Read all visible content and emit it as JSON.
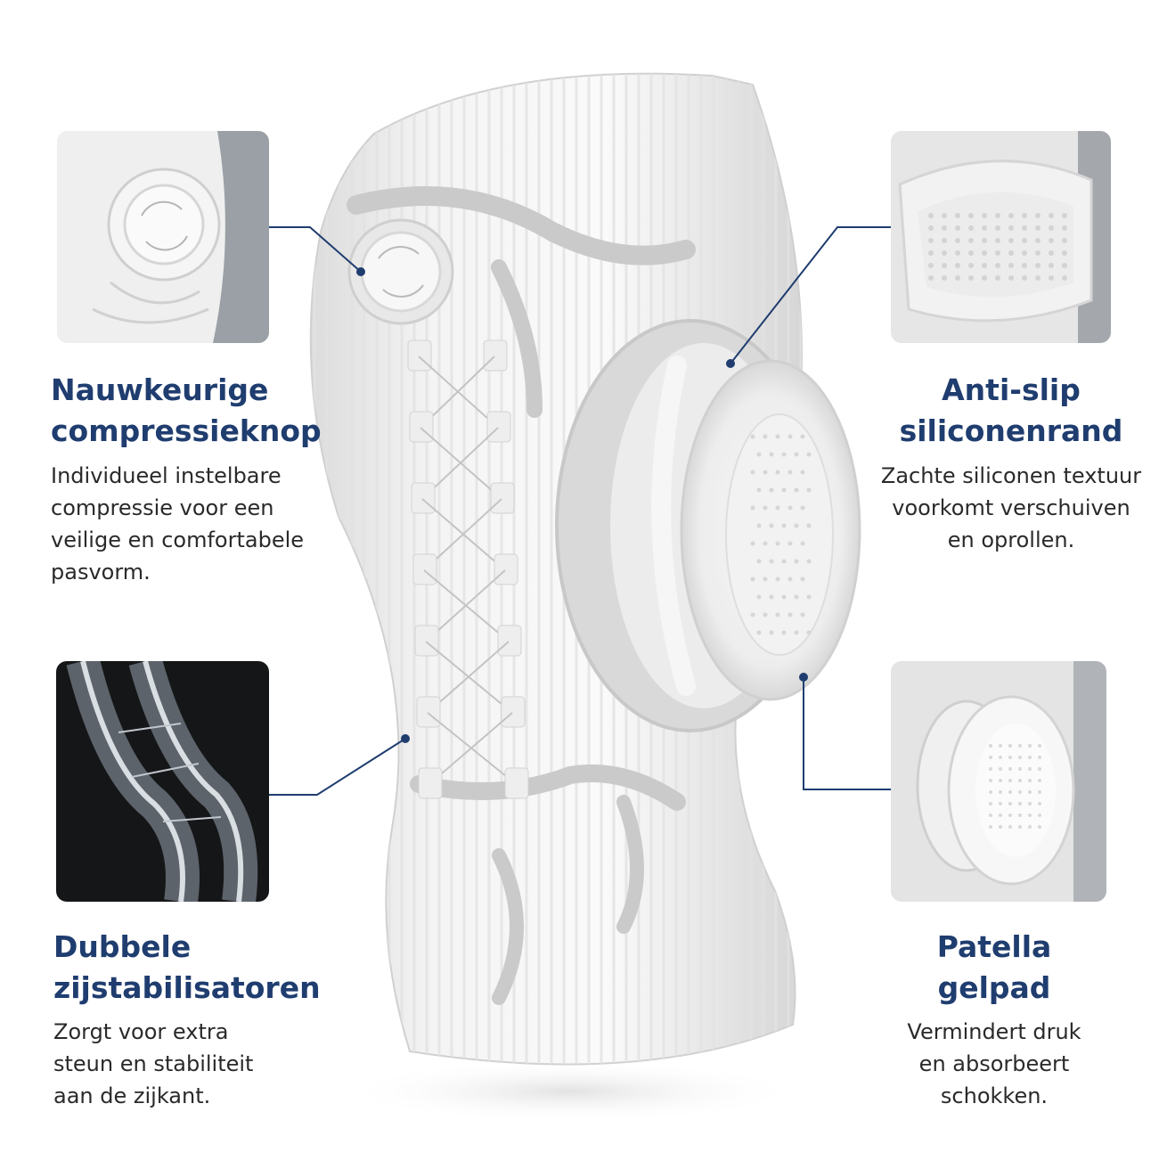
{
  "features": [
    {
      "id": "compression-knob",
      "title_lines": [
        "Nauwkeurige",
        "compressieknop"
      ],
      "desc_lines": [
        "Individueel instelbare",
        "compressie voor een",
        "veilige en comfortabele",
        "pasvorm."
      ]
    },
    {
      "id": "anti-slip",
      "title_lines": [
        "Anti-slip",
        "siliconenrand"
      ],
      "desc_lines": [
        "Zachte siliconen textuur",
        "voorkomt verschuiven",
        "en oprollen."
      ]
    },
    {
      "id": "side-stabilizers",
      "title_lines": [
        "Dubbele",
        "zijstabilisatoren"
      ],
      "desc_lines": [
        "Zorgt voor extra",
        "steun en stabiliteit",
        "aan de zijkant."
      ]
    },
    {
      "id": "patella-gelpad",
      "title_lines": [
        "Patella",
        "gelpad"
      ],
      "desc_lines": [
        "Vermindert druk",
        "en absorbeert",
        "schokken."
      ]
    }
  ],
  "colors": {
    "title": "#1f3d6f",
    "body_text": "#2a2a2a",
    "connector": "#1f3d6f",
    "background": "#ffffff"
  }
}
